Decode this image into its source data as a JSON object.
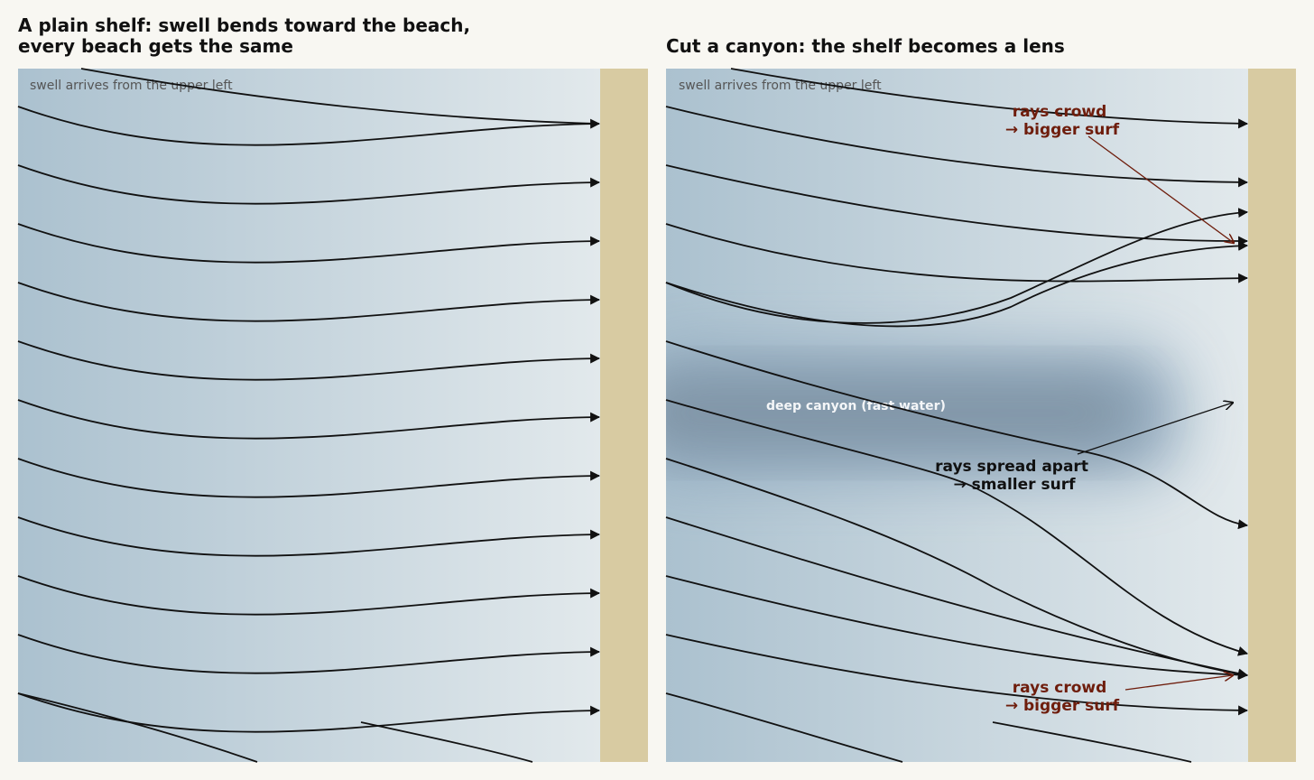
{
  "panels": {
    "left": {
      "title_line1": "A plain shelf: swell bends toward the beach,",
      "title_line2": "every beach gets the same",
      "note": "swell arrives from the upper left"
    },
    "right": {
      "title": "Cut a canyon: the shelf becomes a lens",
      "note": "swell arrives from the upper left",
      "canyon_label": "deep canyon (fast water)",
      "crowd_top": [
        "rays crowd",
        "→ bigger surf"
      ],
      "spread": [
        "rays spread apart",
        "→ smaller surf"
      ],
      "crowd_bottom": [
        "rays crowd",
        "→ bigger surf"
      ]
    }
  },
  "colors": {
    "background": "#f8f7f2",
    "water_offshore": "#abc1cf",
    "water_nearshore": "#e2e9ec",
    "canyon": "#8198ad",
    "beach": "#d8cba2",
    "ray": "#111111",
    "annotation_emphasis": "#6e1d0c"
  }
}
